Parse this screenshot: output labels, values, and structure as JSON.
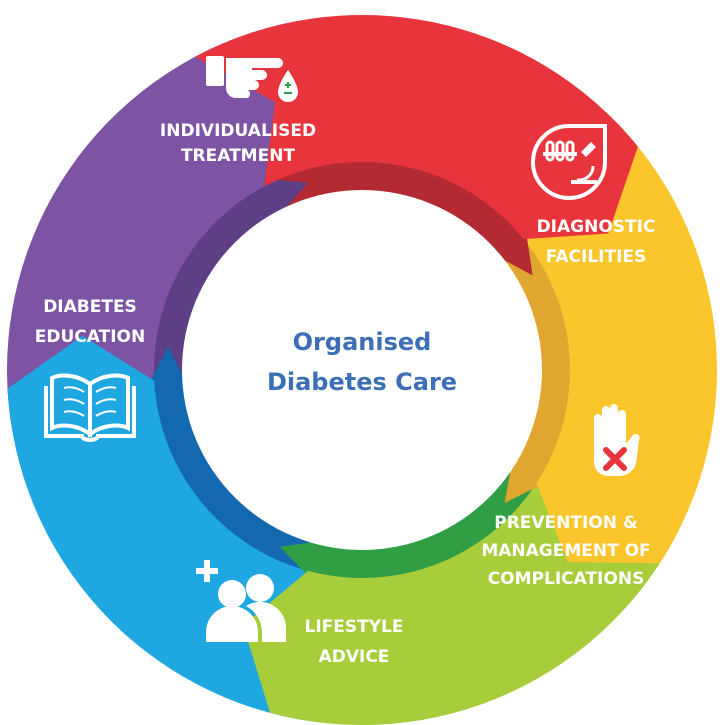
{
  "center": {
    "lines": [
      "Organised",
      "Diabetes Care"
    ],
    "color": "#3d6fb6"
  },
  "segments": [
    {
      "id": "individualised-treatment",
      "label_lines": [
        "INDIVIDUALISED",
        "TREATMENT"
      ],
      "color": "#e8343c",
      "shade": "#b42a33",
      "icon": "pointing-hand-drop-icon"
    },
    {
      "id": "diagnostic-facilities",
      "label_lines": [
        "DIAGNOSTIC",
        "FACILITIES"
      ],
      "color": "#fbc52c",
      "shade": "#e0a630",
      "icon": "microscope-icon"
    },
    {
      "id": "prevention-management",
      "label_lines": [
        "PREVENTION &",
        "MANAGEMENT OF",
        "COMPLICATIONS"
      ],
      "color": "#a8cd3a",
      "shade": "#2f9e44",
      "icon": "hand-cross-icon"
    },
    {
      "id": "lifestyle-advice",
      "label_lines": [
        "LIFESTYLE",
        "ADVICE"
      ],
      "color": "#1ea7e1",
      "shade": "#1368b0",
      "icon": "people-plus-icon"
    },
    {
      "id": "diabetes-education",
      "label_lines": [
        "DIABETES",
        "EDUCATION"
      ],
      "color": "#7d54a4",
      "shade": "#5e3e85",
      "icon": "open-book-icon"
    }
  ]
}
